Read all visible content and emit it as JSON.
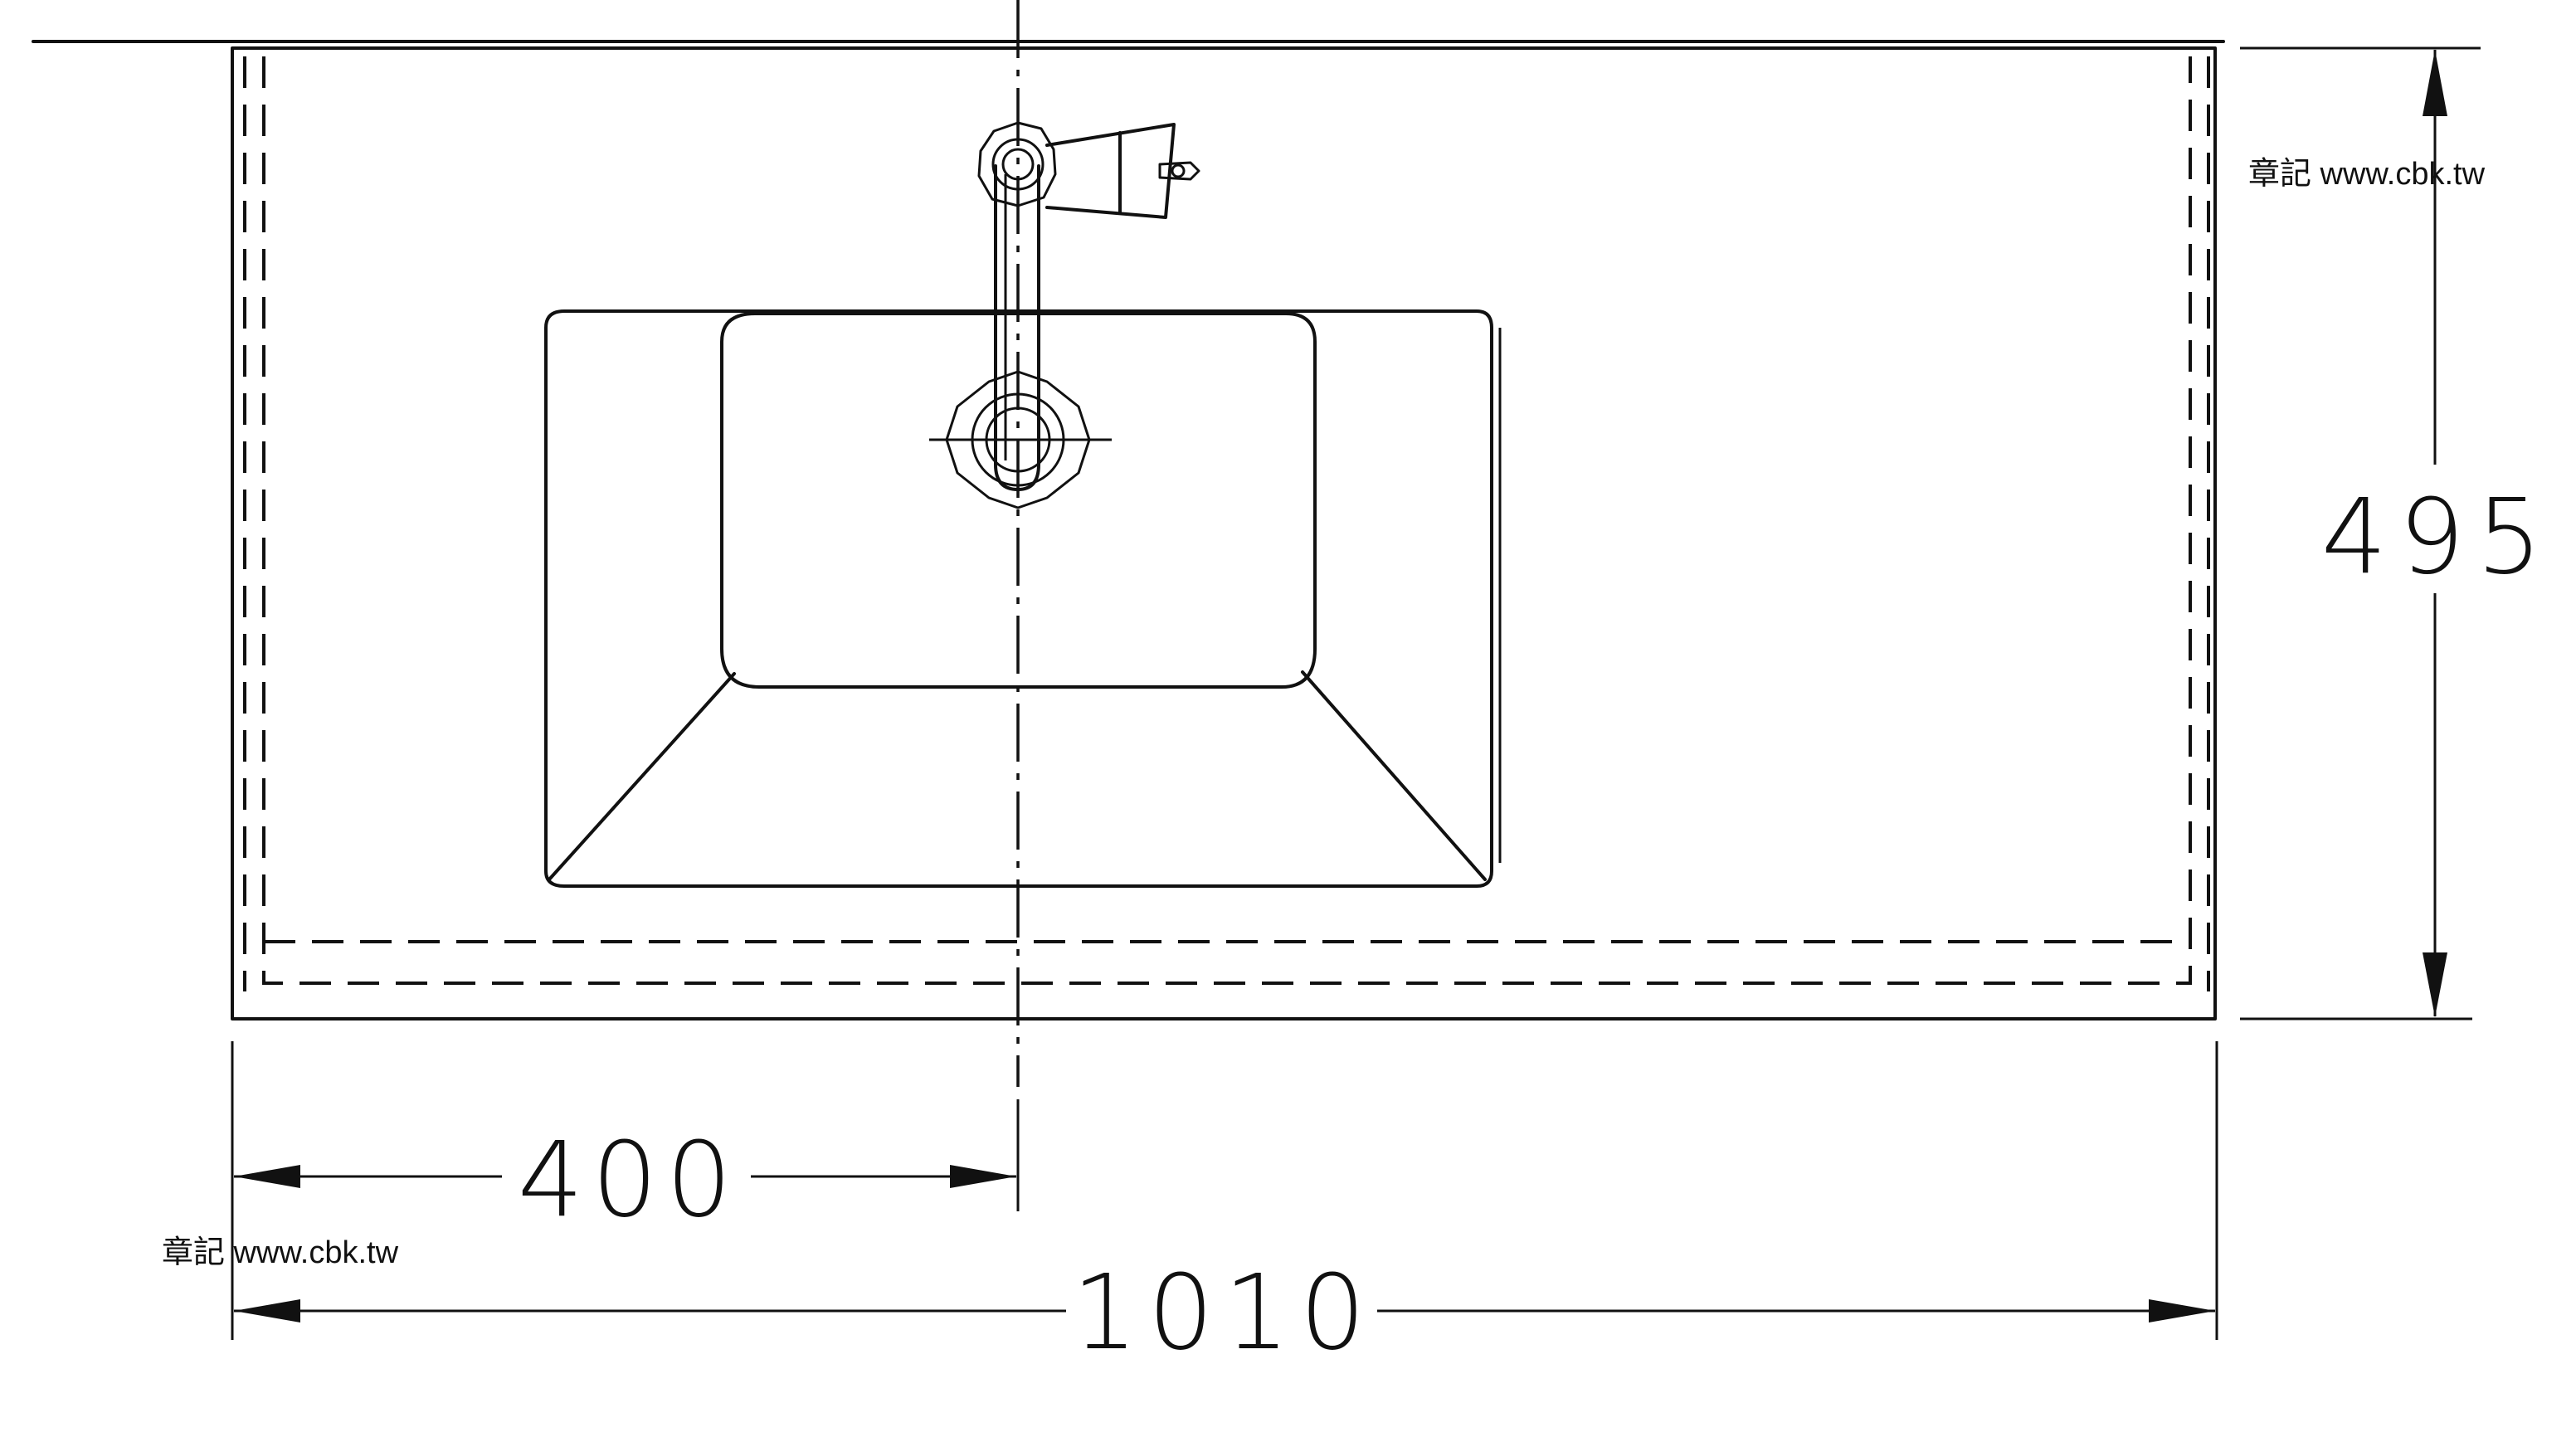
{
  "drawing": {
    "dimensions": {
      "overall_width": "1010",
      "basin_center_offset": "400",
      "depth": "495"
    },
    "watermarks": [
      {
        "text": "章記 www.cbk.tw"
      },
      {
        "text": "章記 www.cbk.tw"
      }
    ]
  }
}
